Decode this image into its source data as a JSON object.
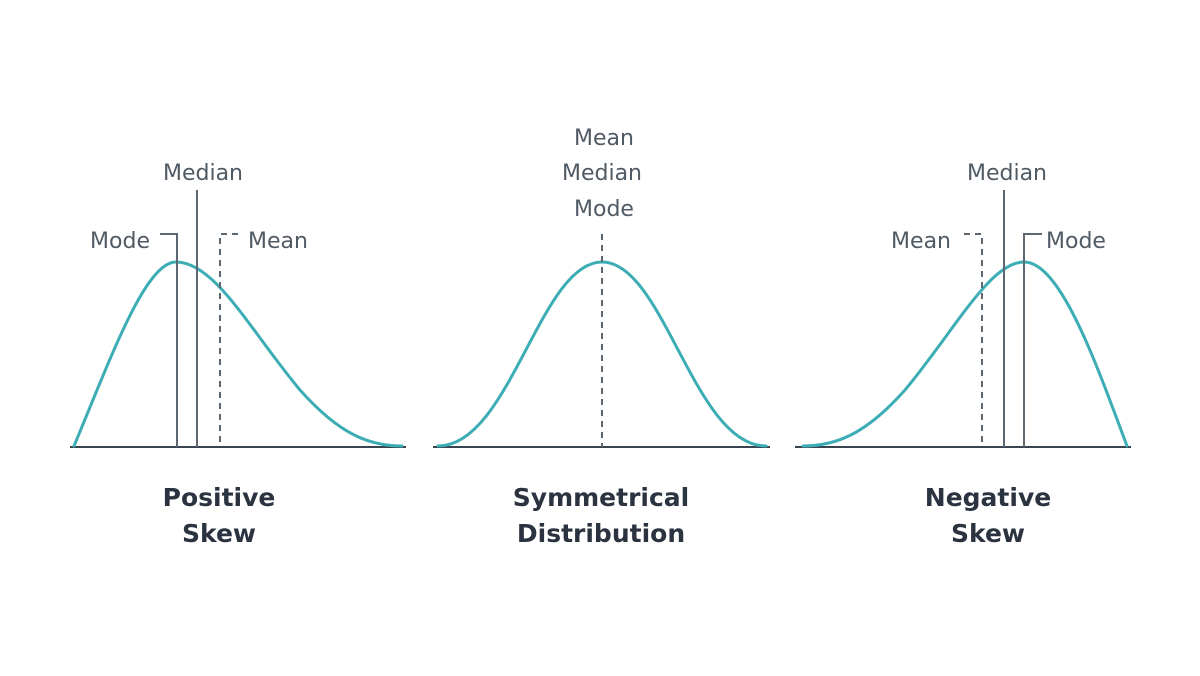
{
  "colors": {
    "curve": "#3cadb4",
    "axis": "#3a4350",
    "text": "#505a64",
    "caption": "#2b3340"
  },
  "panels": [
    {
      "id": "positive",
      "caption_line1": "Positive",
      "caption_line2": "Skew",
      "labels": {
        "median": "Median",
        "mode": "Mode",
        "mean": "Mean"
      }
    },
    {
      "id": "symmetrical",
      "caption_line1": "Symmetrical",
      "caption_line2": "Distribution",
      "labels": {
        "mean": "Mean",
        "median": "Median",
        "mode": "Mode"
      }
    },
    {
      "id": "negative",
      "caption_line1": "Negative",
      "caption_line2": "Skew",
      "labels": {
        "median": "Median",
        "mean": "Mean",
        "mode": "Mode"
      }
    }
  ]
}
